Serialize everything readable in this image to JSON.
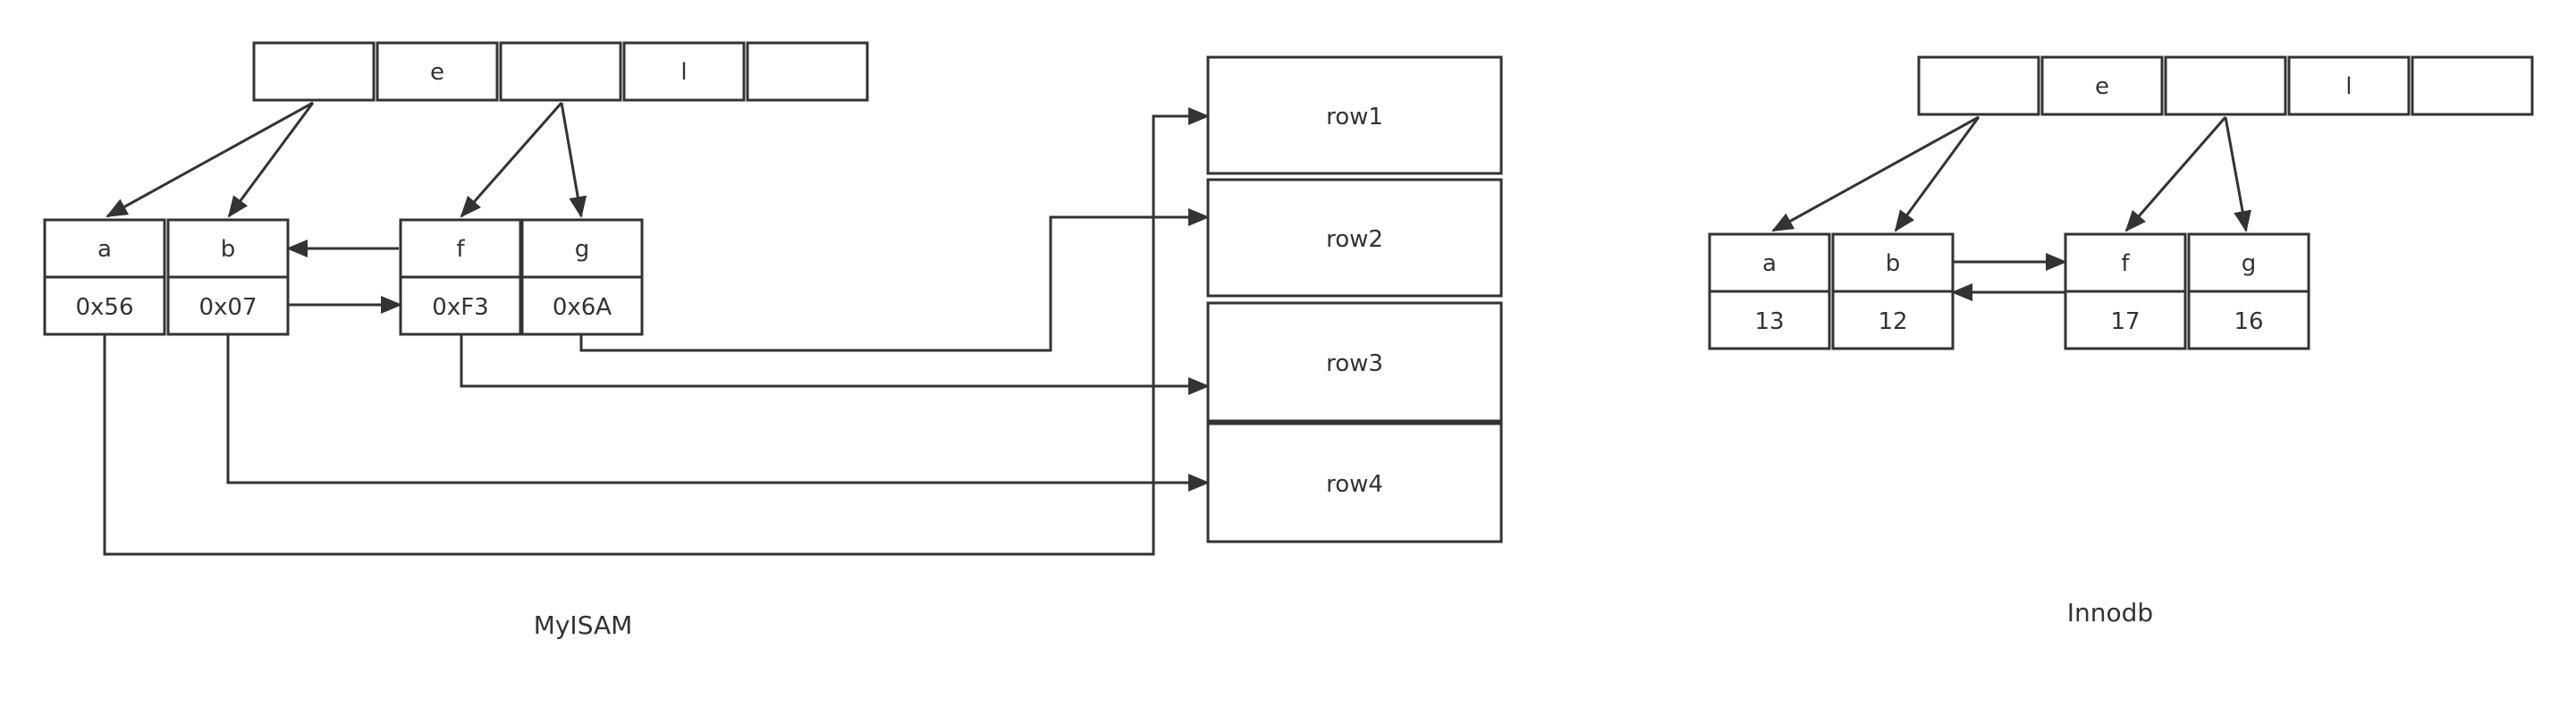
{
  "myisam": {
    "caption": "MyISAM",
    "root_keys": [
      "",
      "e",
      "",
      "l",
      ""
    ],
    "left_leaf": {
      "keys": [
        "a",
        "b"
      ],
      "values": [
        "0x56",
        "0x07"
      ]
    },
    "right_leaf": {
      "keys": [
        "f",
        "g"
      ],
      "values": [
        "0xF3",
        "0x6A"
      ]
    },
    "rows": [
      "row1",
      "row2",
      "row3",
      "row4"
    ]
  },
  "innodb": {
    "caption": "Innodb",
    "root_keys": [
      "",
      "e",
      "",
      "l",
      ""
    ],
    "left_leaf": {
      "keys": [
        "a",
        "b"
      ],
      "values": [
        "13",
        "12"
      ]
    },
    "right_leaf": {
      "keys": [
        "f",
        "g"
      ],
      "values": [
        "17",
        "16"
      ]
    }
  },
  "colors": {
    "stroke": "#333333",
    "background": "#ffffff"
  }
}
